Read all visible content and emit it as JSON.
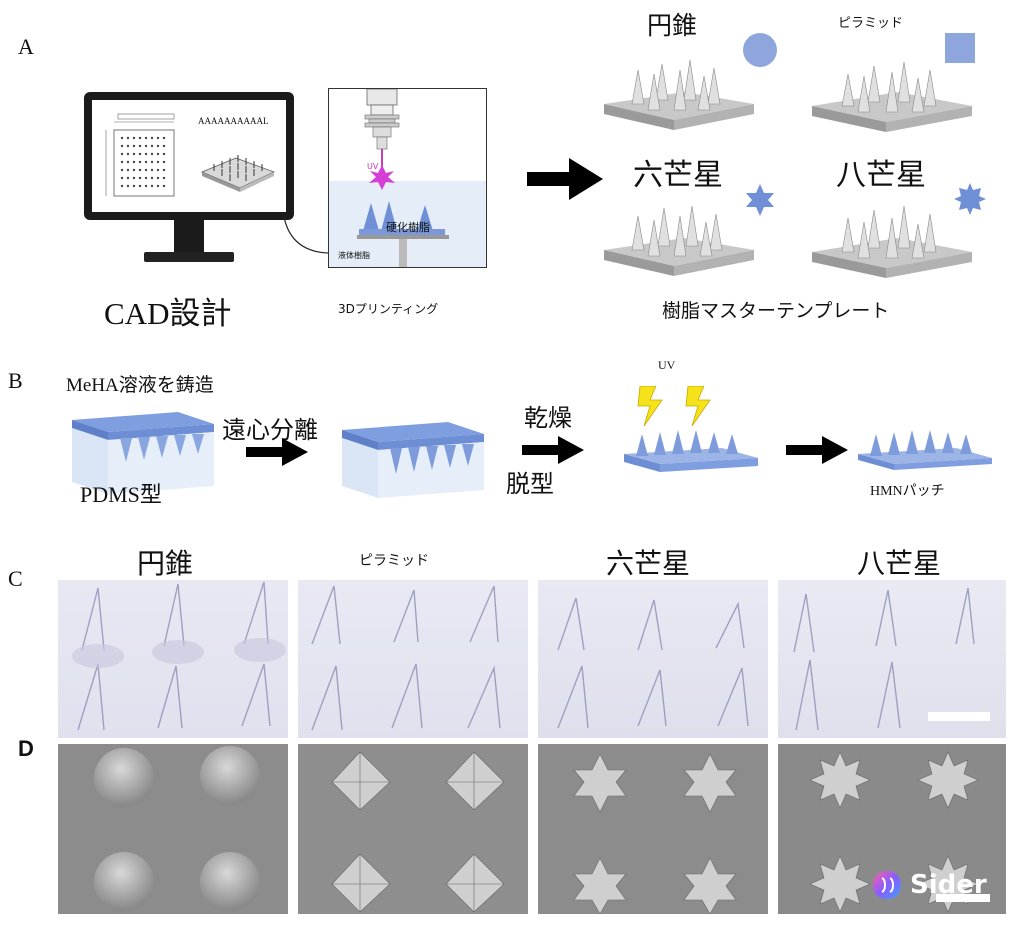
{
  "panels": {
    "a": "A",
    "b": "B",
    "c": "C",
    "d": "D"
  },
  "section_a": {
    "cad_label": "CAD設計",
    "print_label": "3Dプリンティング",
    "screen_text": "AAAAAAAAAAL",
    "uv_label": "UV",
    "cured_resin": "硬化樹脂",
    "liquid_resin": "液体樹脂",
    "templates_label": "樹脂マスターテンプレート",
    "shapes": [
      {
        "name": "円錐",
        "color": "#8ea6dc"
      },
      {
        "name": "ピラミッド",
        "color": "#8ea6dc"
      },
      {
        "name": "六芒星",
        "color": "#8ea6dc"
      },
      {
        "name": "八芒星",
        "color": "#8ea6dc"
      }
    ]
  },
  "section_b": {
    "cast_label": "MeHA溶液を鋳造",
    "mold_label": "PDMS型",
    "centrifuge_label": "遠心分離",
    "dry_label": "乾燥",
    "demold_label": "脱型",
    "uv_label": "UV",
    "patch_label": "HMNパッチ"
  },
  "section_c": {
    "titles": [
      "円錐",
      "ピラミッド",
      "六芒星",
      "八芒星"
    ]
  },
  "watermark": {
    "text": "Sider"
  }
}
